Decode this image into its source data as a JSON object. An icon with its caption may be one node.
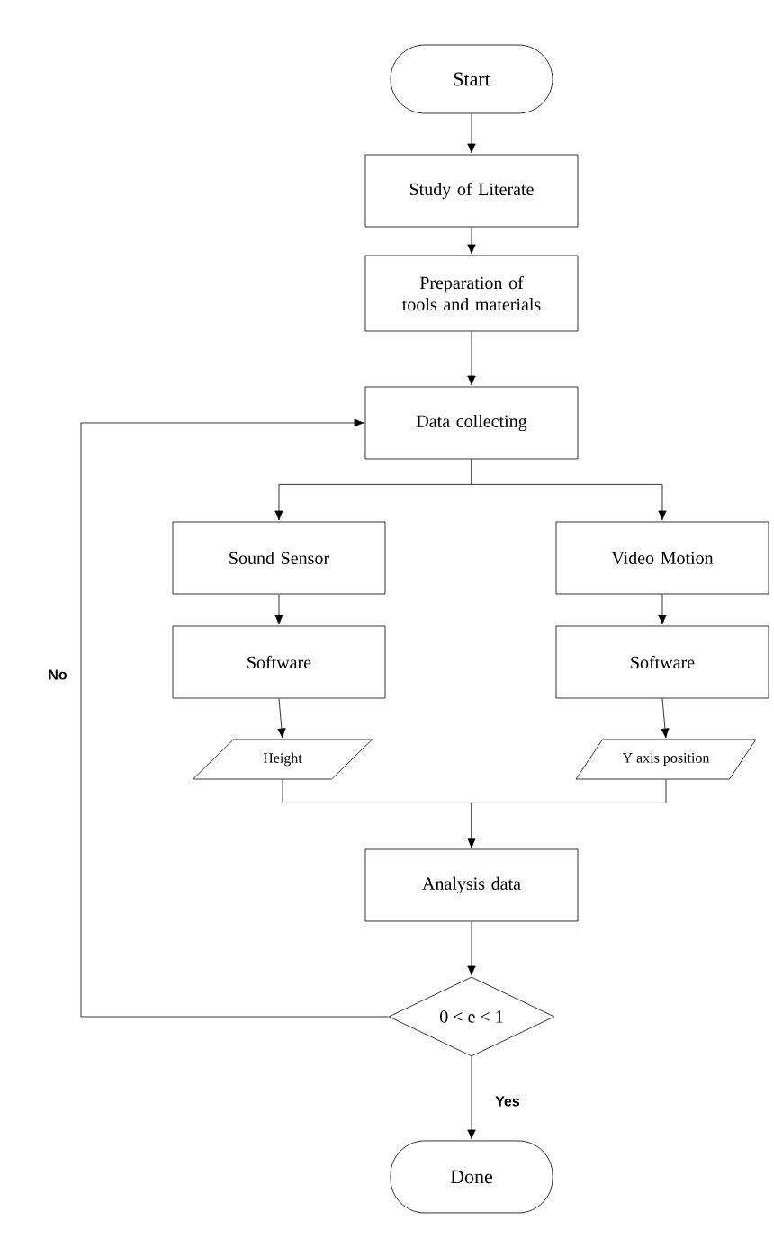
{
  "diagram": {
    "nodes": [
      {
        "text": [
          "Start"
        ]
      },
      {
        "text": [
          "Study of Literate"
        ]
      },
      {
        "text": [
          "Preparation of tools and materials"
        ]
      },
      {
        "text": [
          "Data collecting"
        ]
      },
      {
        "text": [
          "Sound Sensor"
        ]
      },
      {
        "text": [
          "Video Motion"
        ]
      },
      {
        "text": [
          "Software"
        ]
      },
      {
        "text": [
          "Software"
        ]
      },
      {
        "text": [
          "Height"
        ]
      },
      {
        "text": [
          "Y axis position"
        ]
      },
      {
        "text": [
          "Analysis data"
        ]
      },
      {
        "text": [
          "0 < e < 1"
        ]
      },
      {
        "text": [
          "Done"
        ]
      }
    ],
    "edges": [
      {
        "from": 0,
        "to": 1,
        "arrow": "to"
      },
      {
        "from": 1,
        "to": 2,
        "arrow": "to"
      },
      {
        "from": 2,
        "to": 3,
        "arrow": "to"
      },
      {
        "from": 3,
        "to": 4,
        "arrow": "to"
      },
      {
        "from": 3,
        "to": 5,
        "arrow": "to"
      },
      {
        "from": 4,
        "to": 6,
        "arrow": "to"
      },
      {
        "from": 5,
        "to": 7,
        "arrow": "to"
      },
      {
        "from": 6,
        "to": 8,
        "arrow": "to"
      },
      {
        "from": 7,
        "to": 9,
        "arrow": "to"
      },
      {
        "from": 8,
        "to": 10,
        "arrow": "to"
      },
      {
        "from": 9,
        "to": 10,
        "arrow": "to"
      },
      {
        "from": 10,
        "to": 11,
        "arrow": "to"
      },
      {
        "from": 11,
        "to": 12,
        "arrow": "to",
        "label": "Yes"
      },
      {
        "from": 11,
        "to": 3,
        "arrow": "to",
        "label": "No"
      }
    ]
  }
}
